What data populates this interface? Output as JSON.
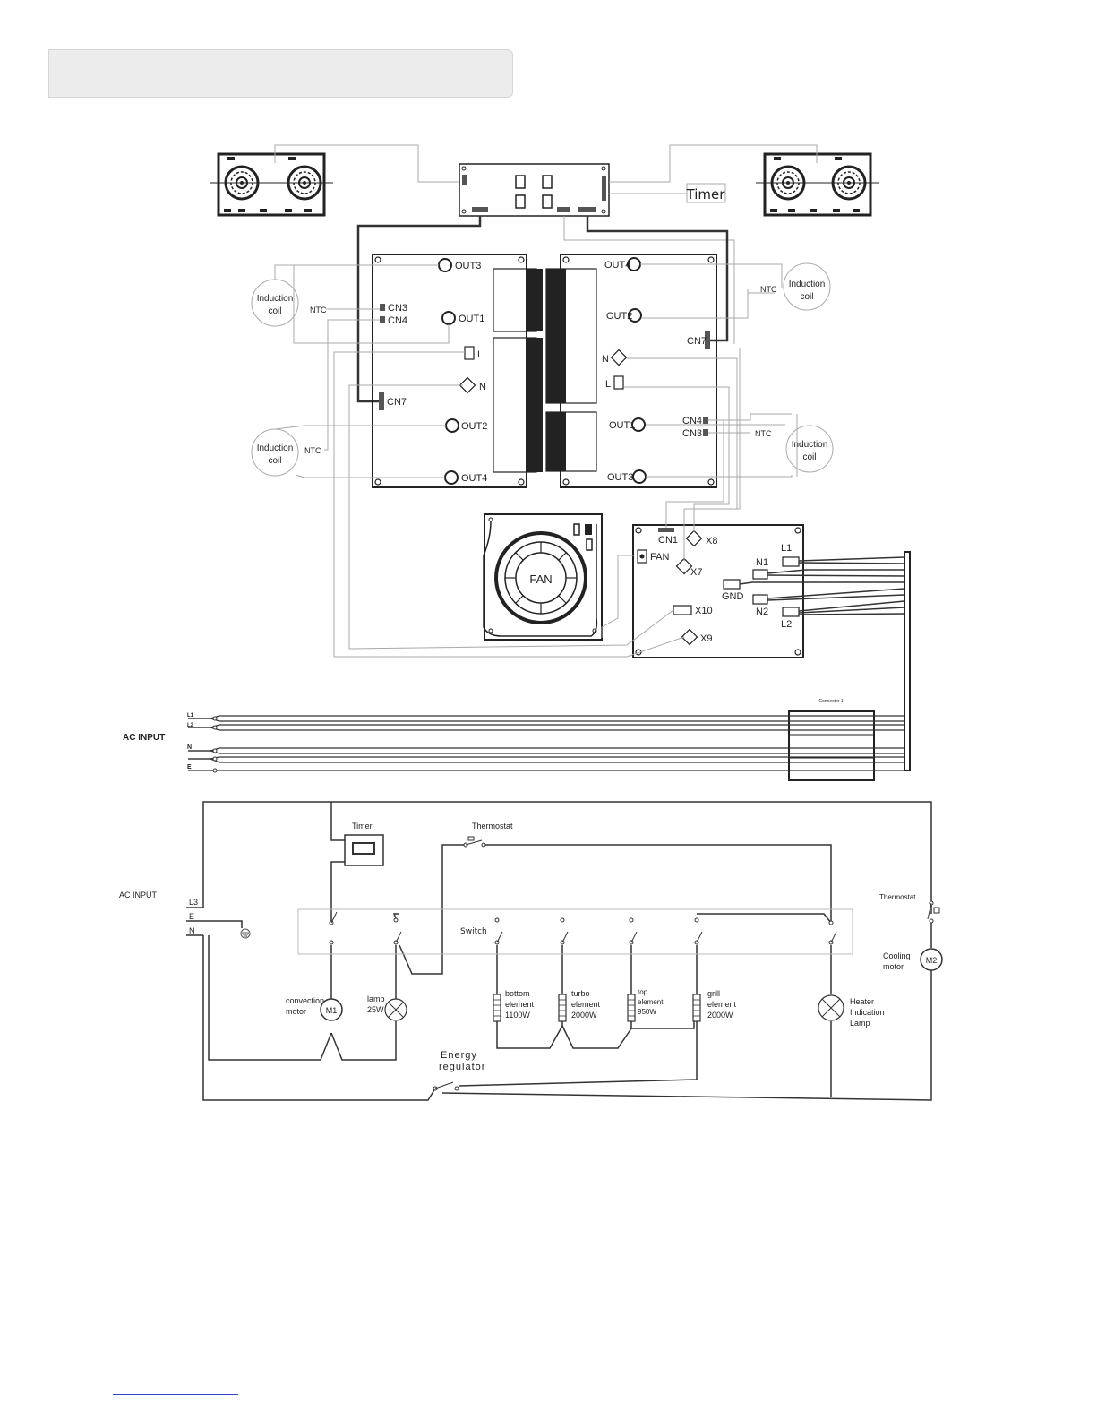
{
  "top": {
    "timer": "Timer",
    "fan": "FAN",
    "fan_conn": "FAN",
    "connector": "Connector 1",
    "ac_input": "AC INPUT",
    "ac_lines": [
      "L1",
      "L2",
      "N",
      "E"
    ],
    "left_board": {
      "out3": "OUT3",
      "out1": "OUT1",
      "out2": "OUT2",
      "out4": "OUT4",
      "cn3": "CN3",
      "cn4": "CN4",
      "cn7": "CN7",
      "l": "L",
      "n": "N"
    },
    "right_board": {
      "out4": "OUT4",
      "out2": "OUT2",
      "out1": "OUT1",
      "out3": "OUT3",
      "cn7": "CN7",
      "cn4": "CN4",
      "cn3": "CN3",
      "n": "N",
      "l": "L"
    },
    "coil_line1": "Induction",
    "coil_line2": "coil",
    "ntc": "NTC",
    "filter": {
      "cn1": "CN1",
      "x8": "X8",
      "x7": "X7",
      "x10": "X10",
      "x9": "X9",
      "l1": "L1",
      "n1": "N1",
      "gnd": "GND",
      "n2": "N2",
      "l2": "L2"
    }
  },
  "bottom": {
    "ac_input": "AC INPUT",
    "terminals": [
      "L3",
      "E",
      "N"
    ],
    "timer": "Timer",
    "thermostat": "Thermostat",
    "switch": "Switch",
    "thermostat_right": "Thermostat",
    "cooling_motor": [
      "Cooling",
      "motor"
    ],
    "m1": "M1",
    "m2": "M2",
    "convection_motor": [
      "convection",
      "motor"
    ],
    "lamp": [
      "lamp",
      "25W"
    ],
    "bottom_element": [
      "bottom",
      "element",
      "1100W"
    ],
    "turbo_element": [
      "turbo",
      "element",
      "2000W"
    ],
    "top_element": [
      "top",
      "element",
      "950W"
    ],
    "grill_element": [
      "grill",
      "element",
      "2000W"
    ],
    "heater_lamp": [
      "Heater",
      "Indication",
      "Lamp"
    ],
    "energy_regulator": [
      "Energy",
      "regulator"
    ]
  },
  "colors": {
    "wire": "#333333",
    "light_wire": "#a8a8a8",
    "banner": "#ececec",
    "link": "#3344cc"
  }
}
